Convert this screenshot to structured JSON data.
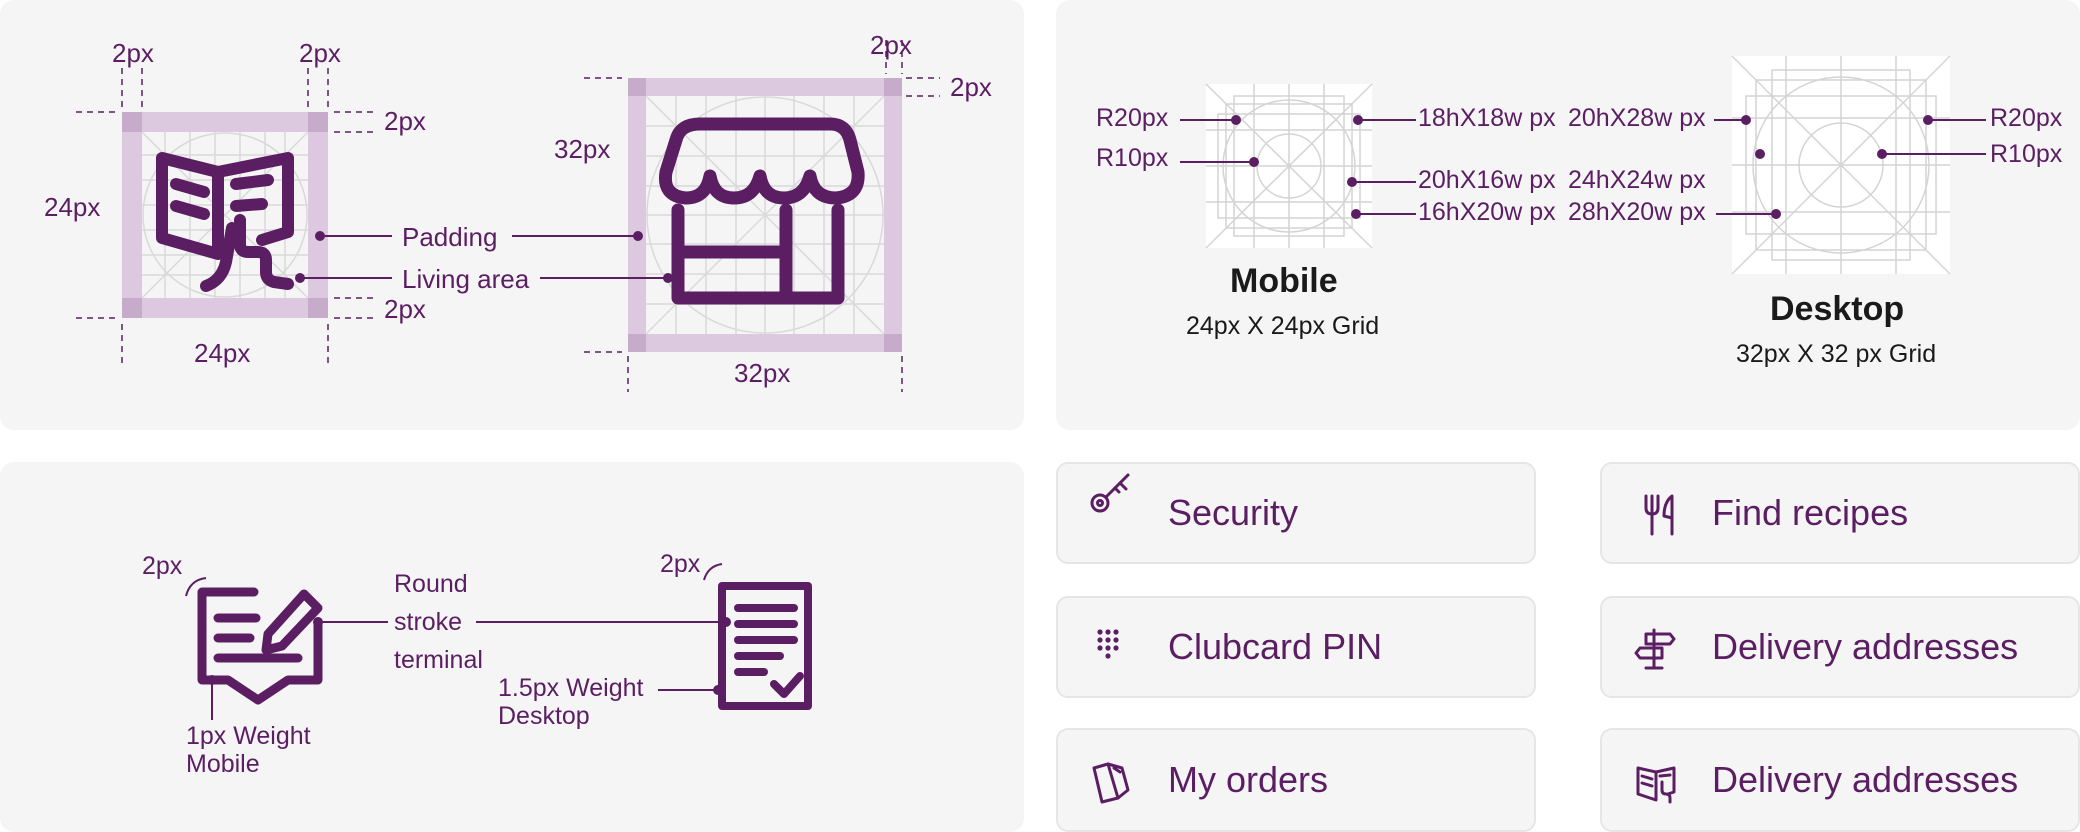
{
  "colors": {
    "accent": "#5b1e63",
    "panel": "#f5f5f5",
    "grid_fill": "#dcc9df",
    "text_dark": "#1a1a1a"
  },
  "panel1": {
    "top_left_2px": "2px",
    "top_right_2px": "2px",
    "right_top_2px": "2px",
    "right_bottom_2px": "2px",
    "left_24px": "24px",
    "bottom_24px": "24px",
    "padding": "Padding",
    "living_area": "Living area",
    "big_top_2px": "2px",
    "big_right_2px": "2px",
    "big_left_32px": "32px",
    "big_bottom_32px": "32px",
    "icon1": "book-map-icon",
    "icon2": "store-icon"
  },
  "panel2": {
    "mobile": {
      "r20": "R20px",
      "r10": "R10px",
      "a": "18hX18w px",
      "b": "20hX16w px",
      "c": "16hX20w px",
      "title": "Mobile",
      "grid": "24px X 24px Grid"
    },
    "desktop": {
      "a": "20hX28w px",
      "b": "24hX24w px",
      "c": "28hX20w px",
      "r20": "R20px",
      "r10": "R10px",
      "title": "Desktop",
      "grid": "32px X 32 px Grid"
    }
  },
  "panel3": {
    "left_2px": "2px",
    "right_2px": "2px",
    "round_line1": "Round",
    "round_line2": "stroke",
    "round_line3": "terminal",
    "weight_mobile_1": "1px Weight",
    "weight_mobile_2": "Mobile",
    "weight_desktop_1": "1.5px Weight",
    "weight_desktop_2": "Desktop",
    "icon1": "message-edit-icon",
    "icon2": "document-check-icon"
  },
  "cards": [
    {
      "label": "Security",
      "icon": "key-icon"
    },
    {
      "label": "Find recipes",
      "icon": "cutlery-icon"
    },
    {
      "label": "Clubcard PIN",
      "icon": "keypad-icon"
    },
    {
      "label": "Delivery addresses",
      "icon": "signpost-icon"
    },
    {
      "label": "My orders",
      "icon": "orders-icon"
    },
    {
      "label": "Delivery addresses",
      "icon": "book-map-icon"
    }
  ]
}
